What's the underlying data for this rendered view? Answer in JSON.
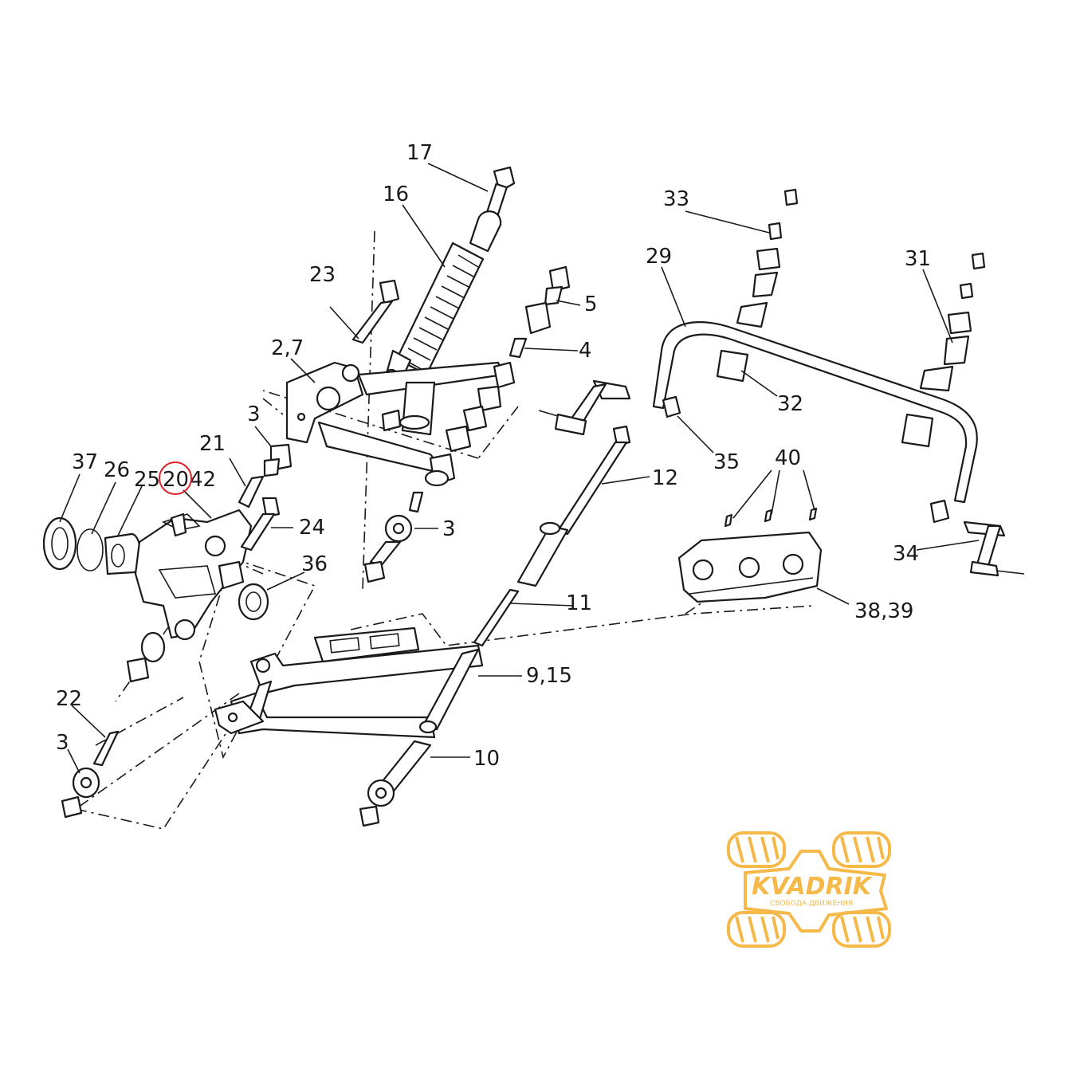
{
  "labels": {
    "l17": "17",
    "l16": "16",
    "l23": "23",
    "l5": "5",
    "l4": "4",
    "l27": "2,7",
    "l3a": "3",
    "l3b": "3",
    "l3c": "3",
    "l21": "21",
    "l37": "37",
    "l26": "26",
    "l25": "25",
    "l20": "20",
    "l42": "42",
    "l24": "24",
    "l36": "36",
    "l33": "33",
    "l29": "29",
    "l31": "31",
    "l32": "32",
    "l35": "35",
    "l12": "12",
    "l40": "40",
    "l34": "34",
    "l11": "11",
    "l3839": "38,39",
    "l915": "9,15",
    "l22": "22",
    "l10": "10"
  },
  "highlight": {
    "label_ref": "20",
    "color": "#e0202a"
  },
  "logo": {
    "brand": "KVADRIK",
    "tagline": "СВОБОДА ДВИЖЕНИЯ",
    "color": "#f5b94a",
    "icon": "atv-top-view-icon"
  }
}
